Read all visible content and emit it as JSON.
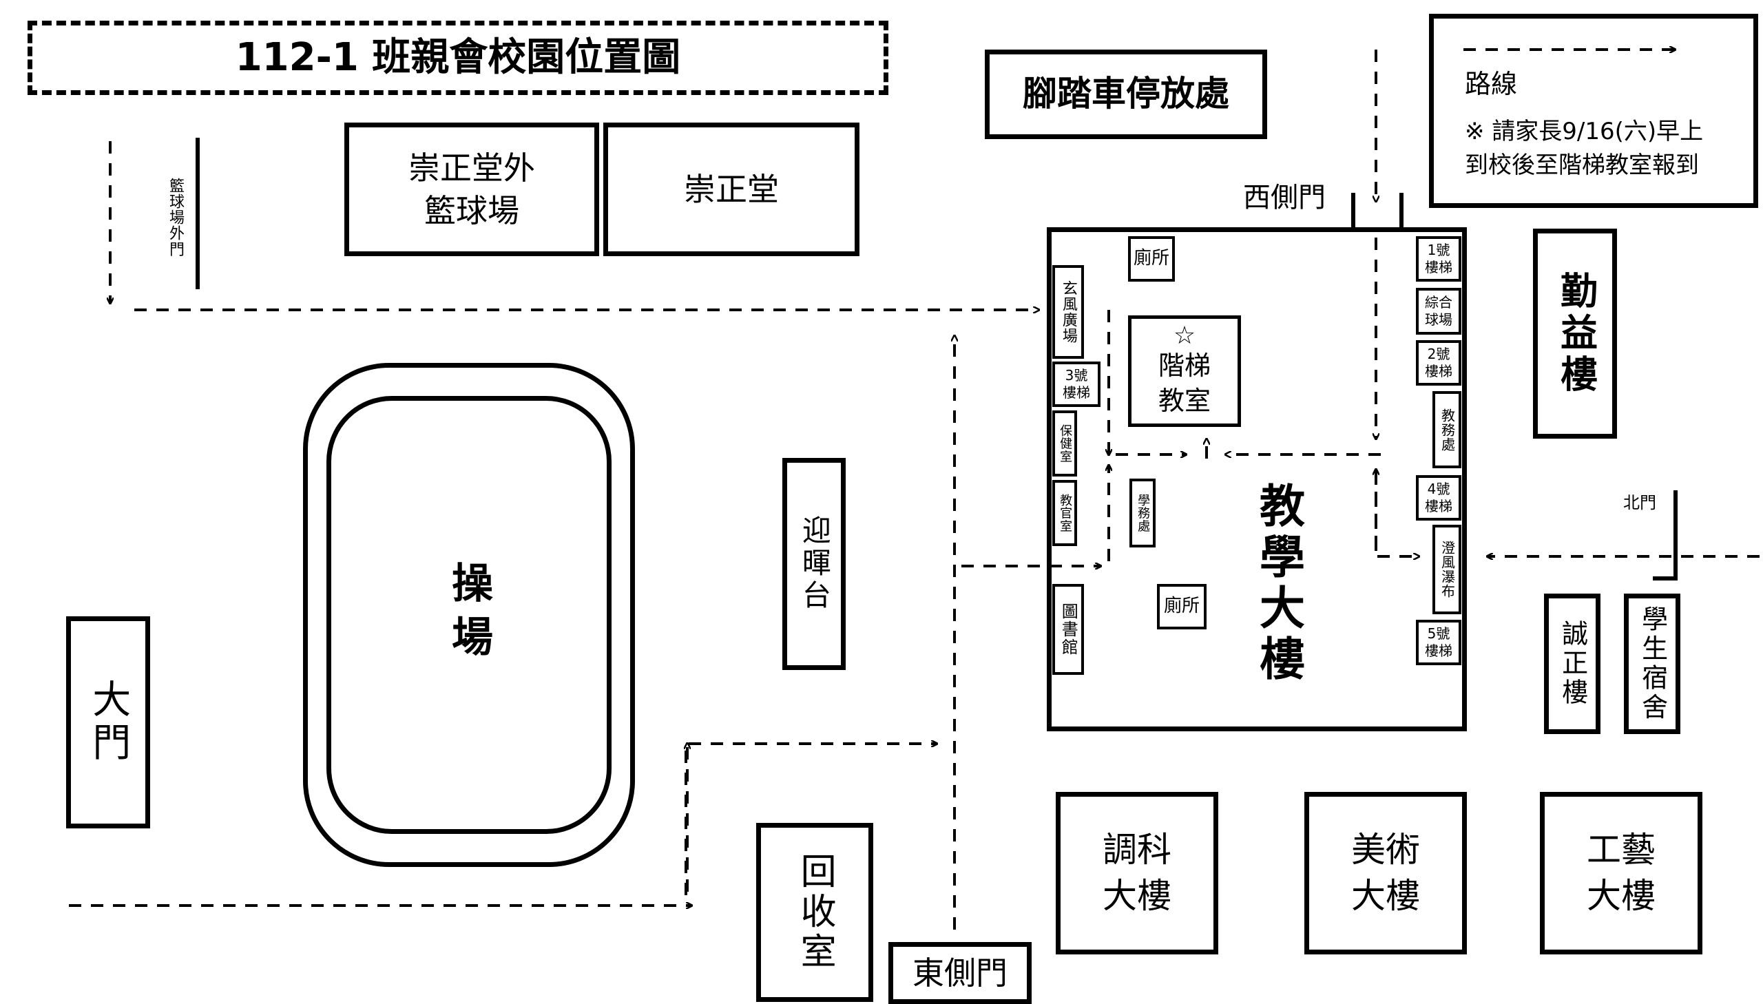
{
  "title": "112-1 班親會校園位置圖",
  "legend": {
    "route_label": "路線",
    "note": "※ 請家長9/16(六)早上\n到校後至階梯教室報到"
  },
  "labels": {
    "bike_parking": "腳踏車停放處",
    "chongzheng_outer_court": "崇正堂外\n籃球場",
    "chongzheng_hall": "崇正堂",
    "basketball_outer_gate": "籃球場外門",
    "west_side_gate": "西側門",
    "north_gate": "北門",
    "east_side_gate": "東側門",
    "main_gate": "大門",
    "playground": "操場",
    "welcome_stage": "迎暉台",
    "recycling_room": "回收室",
    "qinyi_building": "勤益樓",
    "chengzheng_building": "誠正樓",
    "dormitory": "學生宿舍",
    "teaching_building": "教學大樓",
    "lecture_hall_star": "☆",
    "lecture_hall": "階梯\n教室",
    "restroom_north": "廁所",
    "restroom_south": "廁所",
    "entrance_plaza": "玄風廣場",
    "stair_3": "3號\n樓梯",
    "health_room": "保健室",
    "military_office": "教官室",
    "library": "圖書館",
    "student_affairs": "學務處",
    "stair_1": "1號\n樓梯",
    "sports_court": "綜合\n球場",
    "stair_2": "2號\n樓梯",
    "academic_affairs": "教務處",
    "stair_4": "4號\n樓梯",
    "waterfall": "澄風瀑布",
    "stair_5": "5號\n樓梯",
    "tiaoke_building": "調科\n大樓",
    "arts_building": "美術\n大樓",
    "crafts_building": "工藝\n大樓"
  }
}
